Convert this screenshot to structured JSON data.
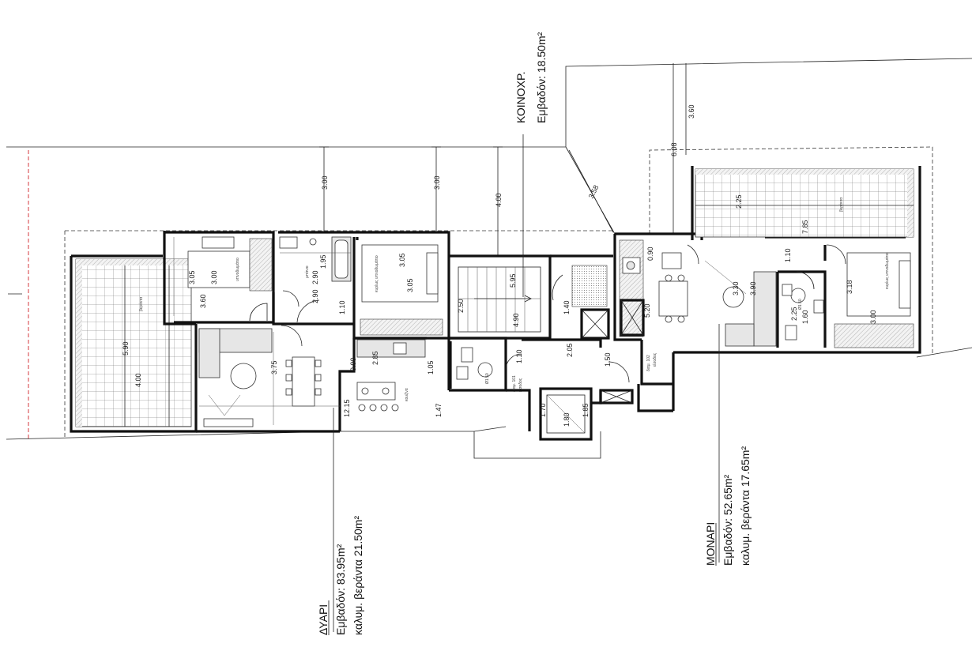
{
  "units": {
    "dyari": {
      "name": "ΔΥΑΡΙ",
      "area": "Εμβαδόν: 83.95m²",
      "veranda": "καλυμ. βεράντα 21.50m²"
    },
    "monari": {
      "name": "ΜΟΝΑΡΙ",
      "area": "Εμβαδόν: 52.65m²",
      "veranda": "καλυμ. βεράντα 17.65m²"
    },
    "koinoxr": {
      "name": "ΚΟΙΝΟΧΡ.",
      "area": "Εμβαδόν: 18.50m²"
    }
  },
  "rooms": {
    "bedroom1": "υπνοδωμάτιο",
    "master1": "κυρίως υπνοδωμάτιο",
    "master2": "κυρίως υπνοδωμάτιο",
    "bath": "μπάνιο",
    "kitchen": "κουζίνα",
    "veranda_left": "βεράντα",
    "veranda_right": "βεράντα",
    "apt101": "διαμ. 101",
    "apt102": "διαμ. 102",
    "entrance101": "είσοδος",
    "entrance102": "είσοδος",
    "d1": "Ø1.50",
    "d2": "Ø1.50"
  },
  "dimensions": {
    "setback_a": "3.00",
    "setback_b": "3.00",
    "setback_c": "4.00",
    "diag": "3.58",
    "right_a": "6.08",
    "right_b": "3.60",
    "vl_a": "5.90",
    "vl_b": "4.00",
    "b1_a": "3.05",
    "b1_b": "3.00",
    "b1_c": "3.60",
    "bath_a": "1.95",
    "bath_b": "2.90",
    "corr_a": "2.90",
    "corr_b": "1.10",
    "m1_a": "3.05",
    "m1_b": "3.05",
    "liv_a": "3.75",
    "liv_b": "12.15",
    "k_a": "0.90",
    "k_b": "2.85",
    "k_c": "1.05",
    "k_d": "1.47",
    "st_a": "2.50",
    "st_b": "5.95",
    "st_c": "4.90",
    "st_d": "1.40",
    "st_e": "1.10",
    "st_f": "2.05",
    "st_g": "1.50",
    "lift_a": "1.70",
    "lift_b": "1.80",
    "lift_c": "1.85",
    "r_a": "0.90",
    "r_b": "5.20",
    "vr_a": "2.25",
    "vr_b": "7.85",
    "rl_a": "3.30",
    "rl_b": "3.90",
    "rb_a": "1.10",
    "rb_b": "2.25",
    "rb_c": "1.60",
    "m2_a": "3.18",
    "m2_b": "3.00"
  },
  "colors": {
    "ink": "#111111",
    "boundary_red": "#d2232a",
    "fill": "#e6e6e6"
  }
}
